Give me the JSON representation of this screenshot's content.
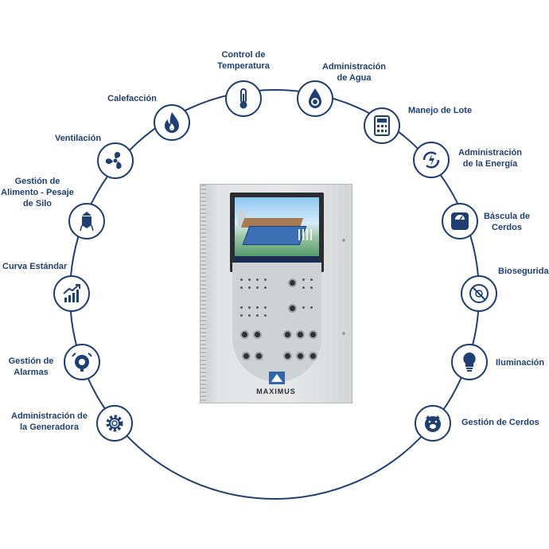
{
  "brand": "MAXIMUS",
  "colors": {
    "primary": "#1f3f73",
    "ring": "#1f3f73",
    "background": "#ffffff"
  },
  "modules": [
    {
      "id": "temperatura",
      "lines": [
        "Control de",
        "Temperatura"
      ],
      "icon": "thermometer-icon"
    },
    {
      "id": "agua",
      "lines": [
        "Administración",
        "de Agua"
      ],
      "icon": "water-drop-gear-icon"
    },
    {
      "id": "lote",
      "lines": [
        "Manejo de Lote"
      ],
      "icon": "calculator-icon"
    },
    {
      "id": "energia",
      "lines": [
        "Administración",
        "de la Energía"
      ],
      "icon": "energy-cycle-icon"
    },
    {
      "id": "bascula",
      "lines": [
        "Báscula de",
        "Cerdos"
      ],
      "icon": "scale-icon"
    },
    {
      "id": "bioseguridad",
      "lines": [
        "Bioseguridad"
      ],
      "icon": "biosecurity-icon"
    },
    {
      "id": "iluminacion",
      "lines": [
        "Iluminación"
      ],
      "icon": "light-bulb-icon"
    },
    {
      "id": "cerdos",
      "lines": [
        "Gestión de Cerdos"
      ],
      "icon": "pig-icon"
    },
    {
      "id": "generadora",
      "lines": [
        "Administración de",
        "la Generadora"
      ],
      "icon": "gear-icon"
    },
    {
      "id": "alarmas",
      "lines": [
        "Gestión de",
        "Alarmas"
      ],
      "icon": "alarm-bell-icon"
    },
    {
      "id": "curva",
      "lines": [
        "Curva Estándar"
      ],
      "icon": "growth-chart-icon"
    },
    {
      "id": "alimento",
      "lines": [
        "Gestión de",
        "Alimento - Pesaje",
        "de Silo"
      ],
      "icon": "silo-icon"
    },
    {
      "id": "ventilacion",
      "lines": [
        "Ventilación"
      ],
      "icon": "fan-icon"
    },
    {
      "id": "calefaccion",
      "lines": [
        "Calefacción"
      ],
      "icon": "flame-icon"
    }
  ]
}
